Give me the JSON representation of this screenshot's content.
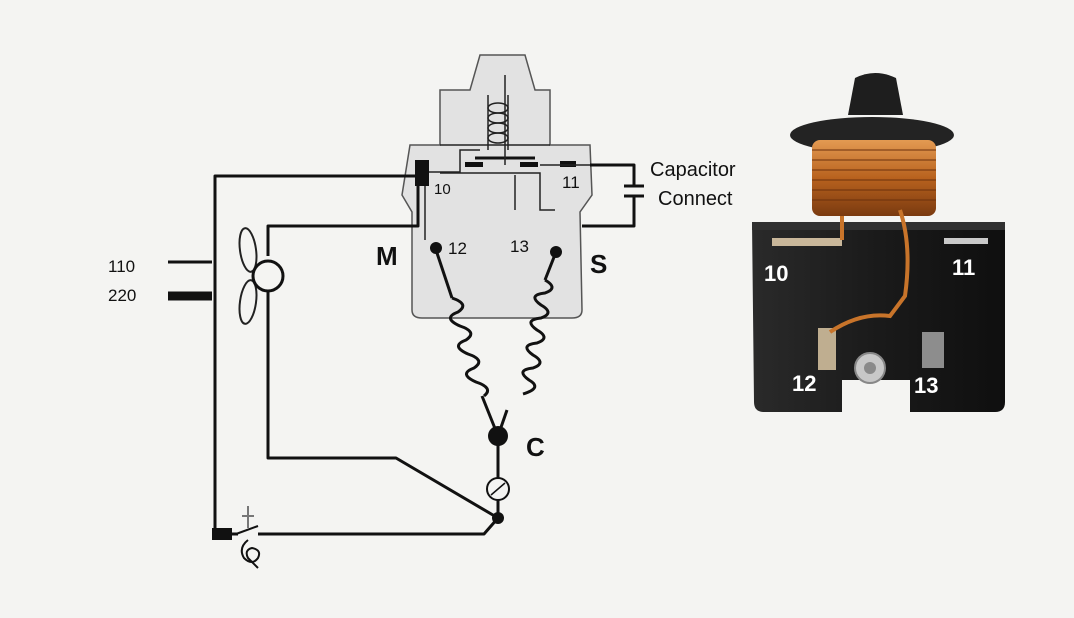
{
  "diagram": {
    "supply_labels": [
      "110",
      "220"
    ],
    "terminals": {
      "t10": "10",
      "t11": "11",
      "t12": "12",
      "t13": "13"
    },
    "winding_labels": {
      "main": "M",
      "start": "S",
      "common": "C"
    },
    "capacitor_label": [
      "Capacitor",
      "Connect"
    ]
  },
  "photo": {
    "terminals": {
      "t10": "10",
      "t11": "11",
      "t12": "12",
      "t13": "13"
    },
    "colors": {
      "body": "#1c1c1c",
      "coil": "#c8742a"
    }
  }
}
